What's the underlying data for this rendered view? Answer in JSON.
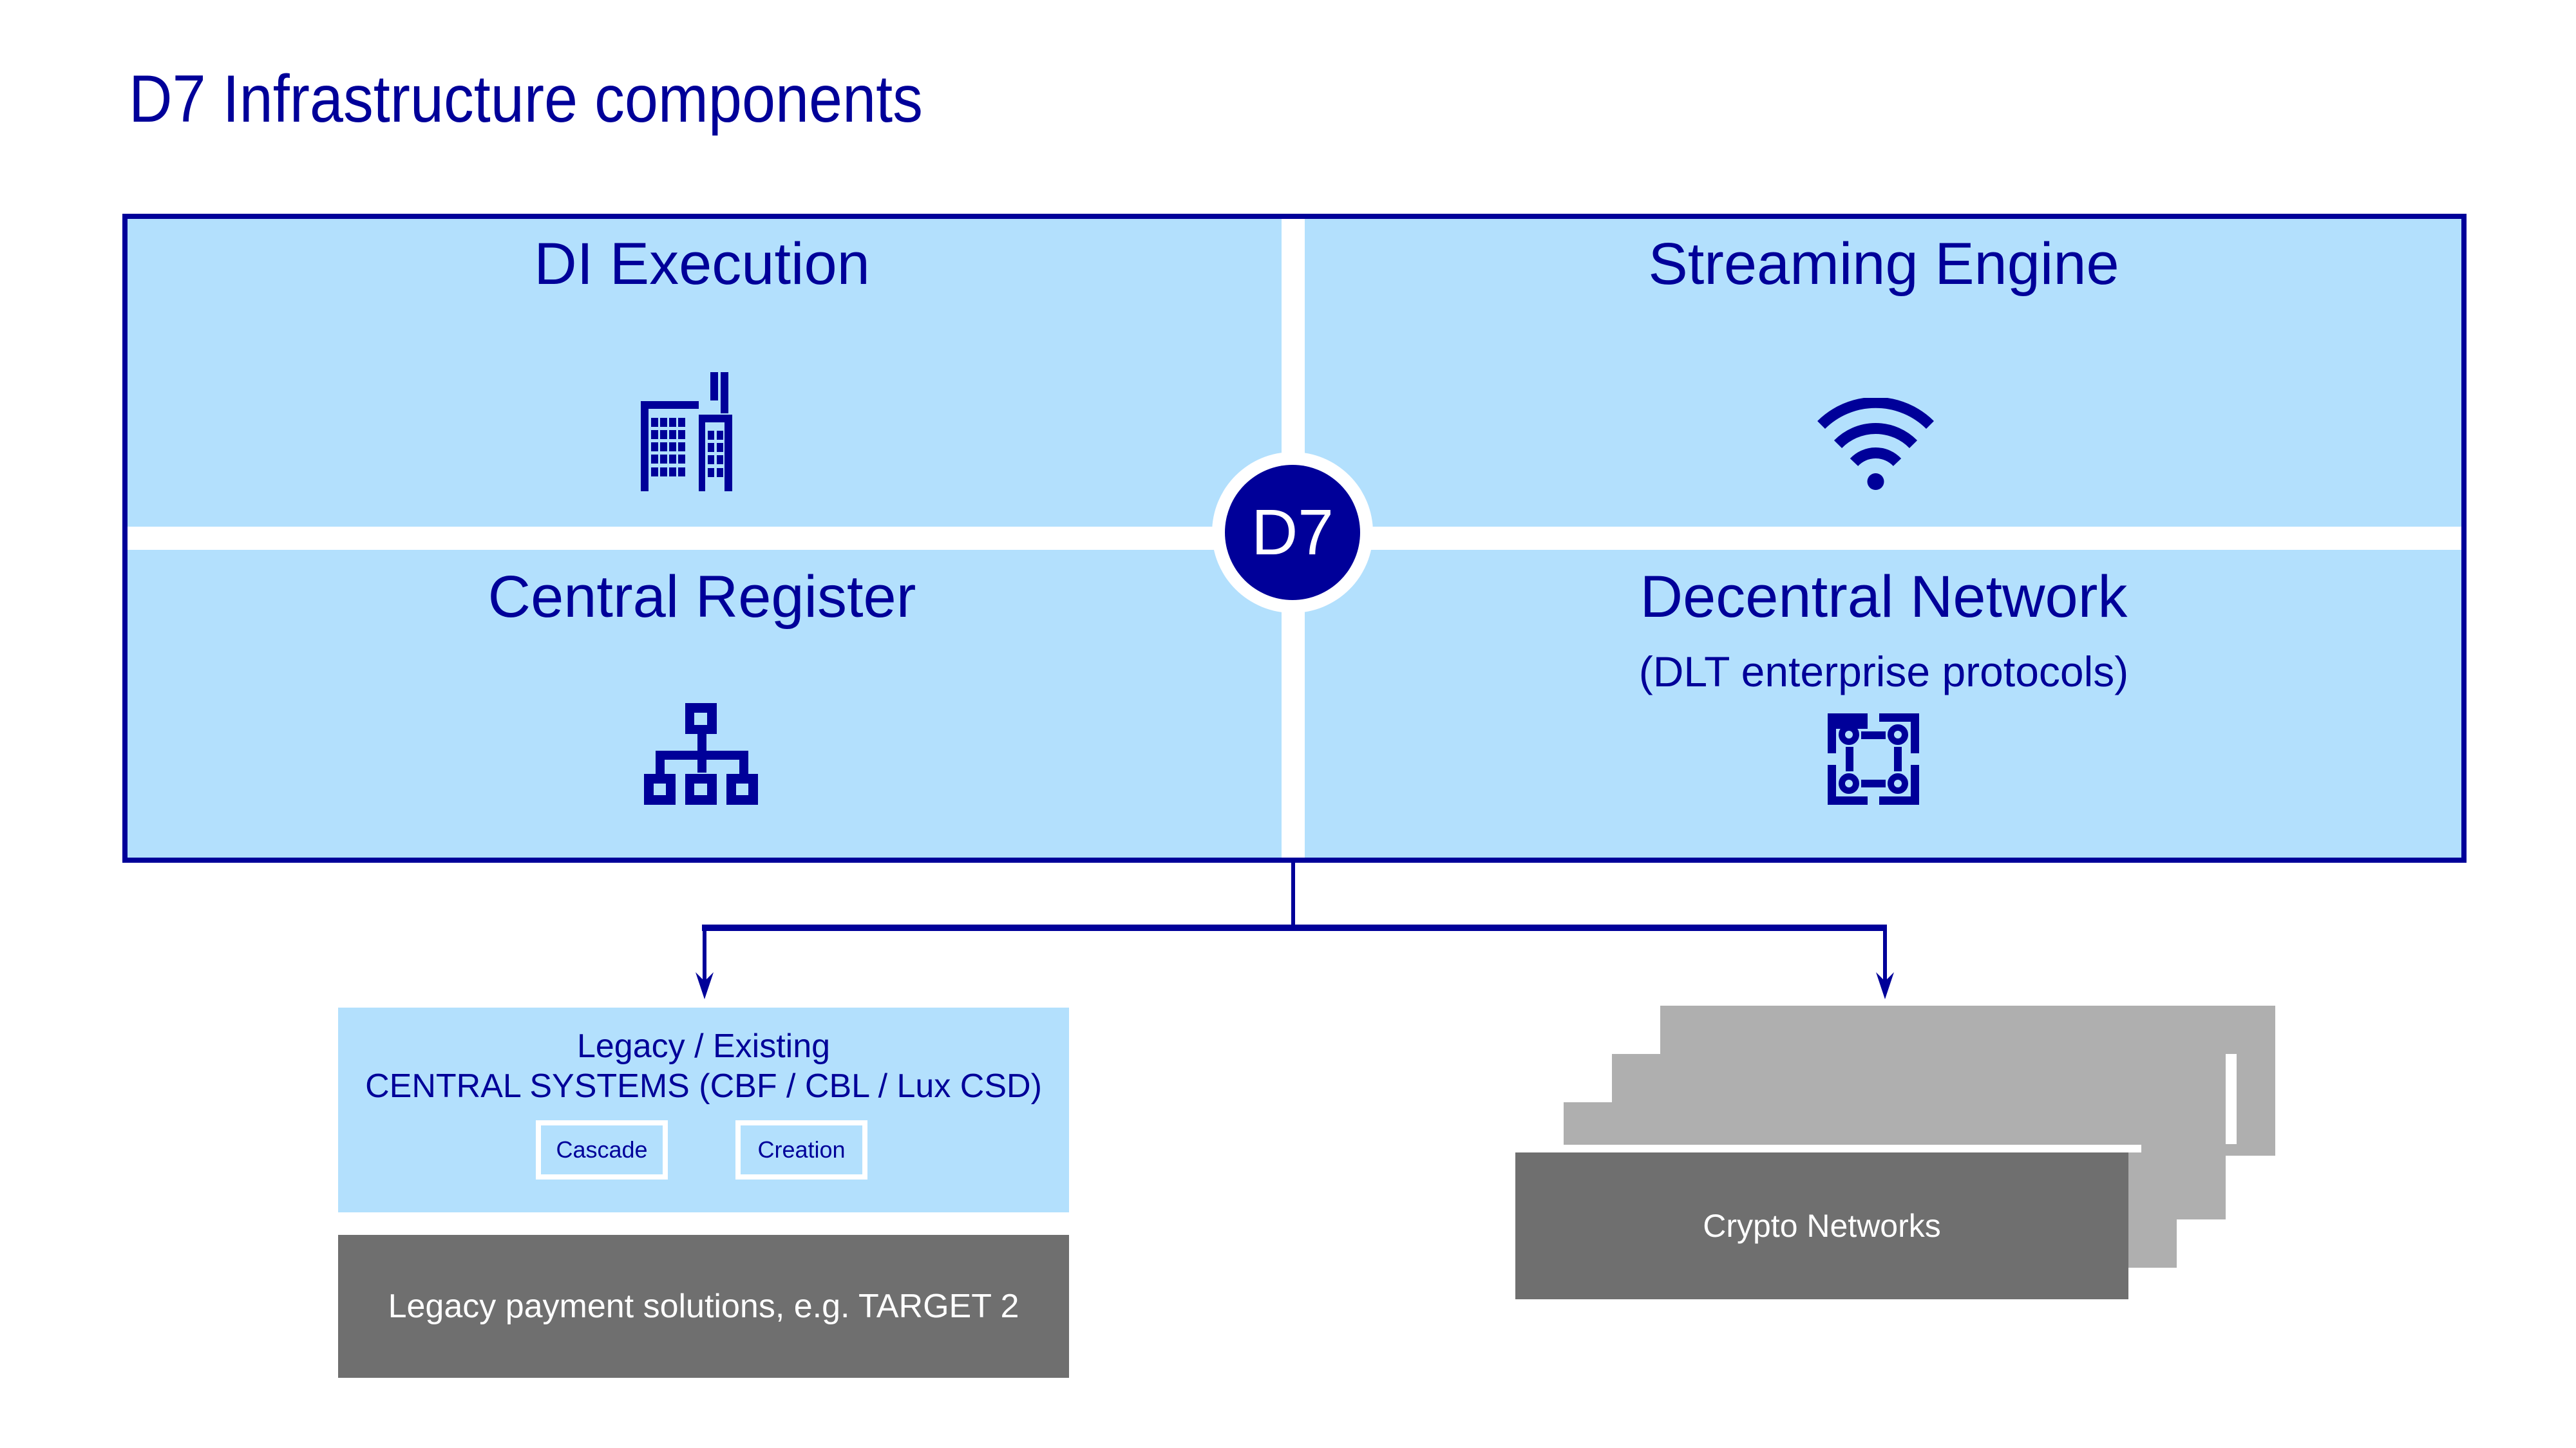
{
  "title": "D7 Infrastructure components",
  "colors": {
    "primary": "#000099",
    "light_blue": "#b3e0fd",
    "dark_gray": "#6f6f6f",
    "light_gray": "#afafaf",
    "white": "#ffffff"
  },
  "center_badge": "D7",
  "quadrants": [
    {
      "title": "DI Execution",
      "icon": "building-icon"
    },
    {
      "title": "Streaming Engine",
      "icon": "wifi-icon"
    },
    {
      "title": "Central Register",
      "icon": "hierarchy-icon"
    },
    {
      "title": "Decentral Network",
      "subtitle": "(DLT enterprise protocols)",
      "icon": "network-nodes-icon"
    }
  ],
  "legacy": {
    "line1": "Legacy / Existing",
    "line2": "CENTRAL SYSTEMS (CBF / CBL / Lux CSD)",
    "buttons": [
      "Cascade",
      "Creation"
    ]
  },
  "legacy_payment": "Legacy payment solutions, e.g. TARGET 2",
  "crypto": "Crypto Networks"
}
